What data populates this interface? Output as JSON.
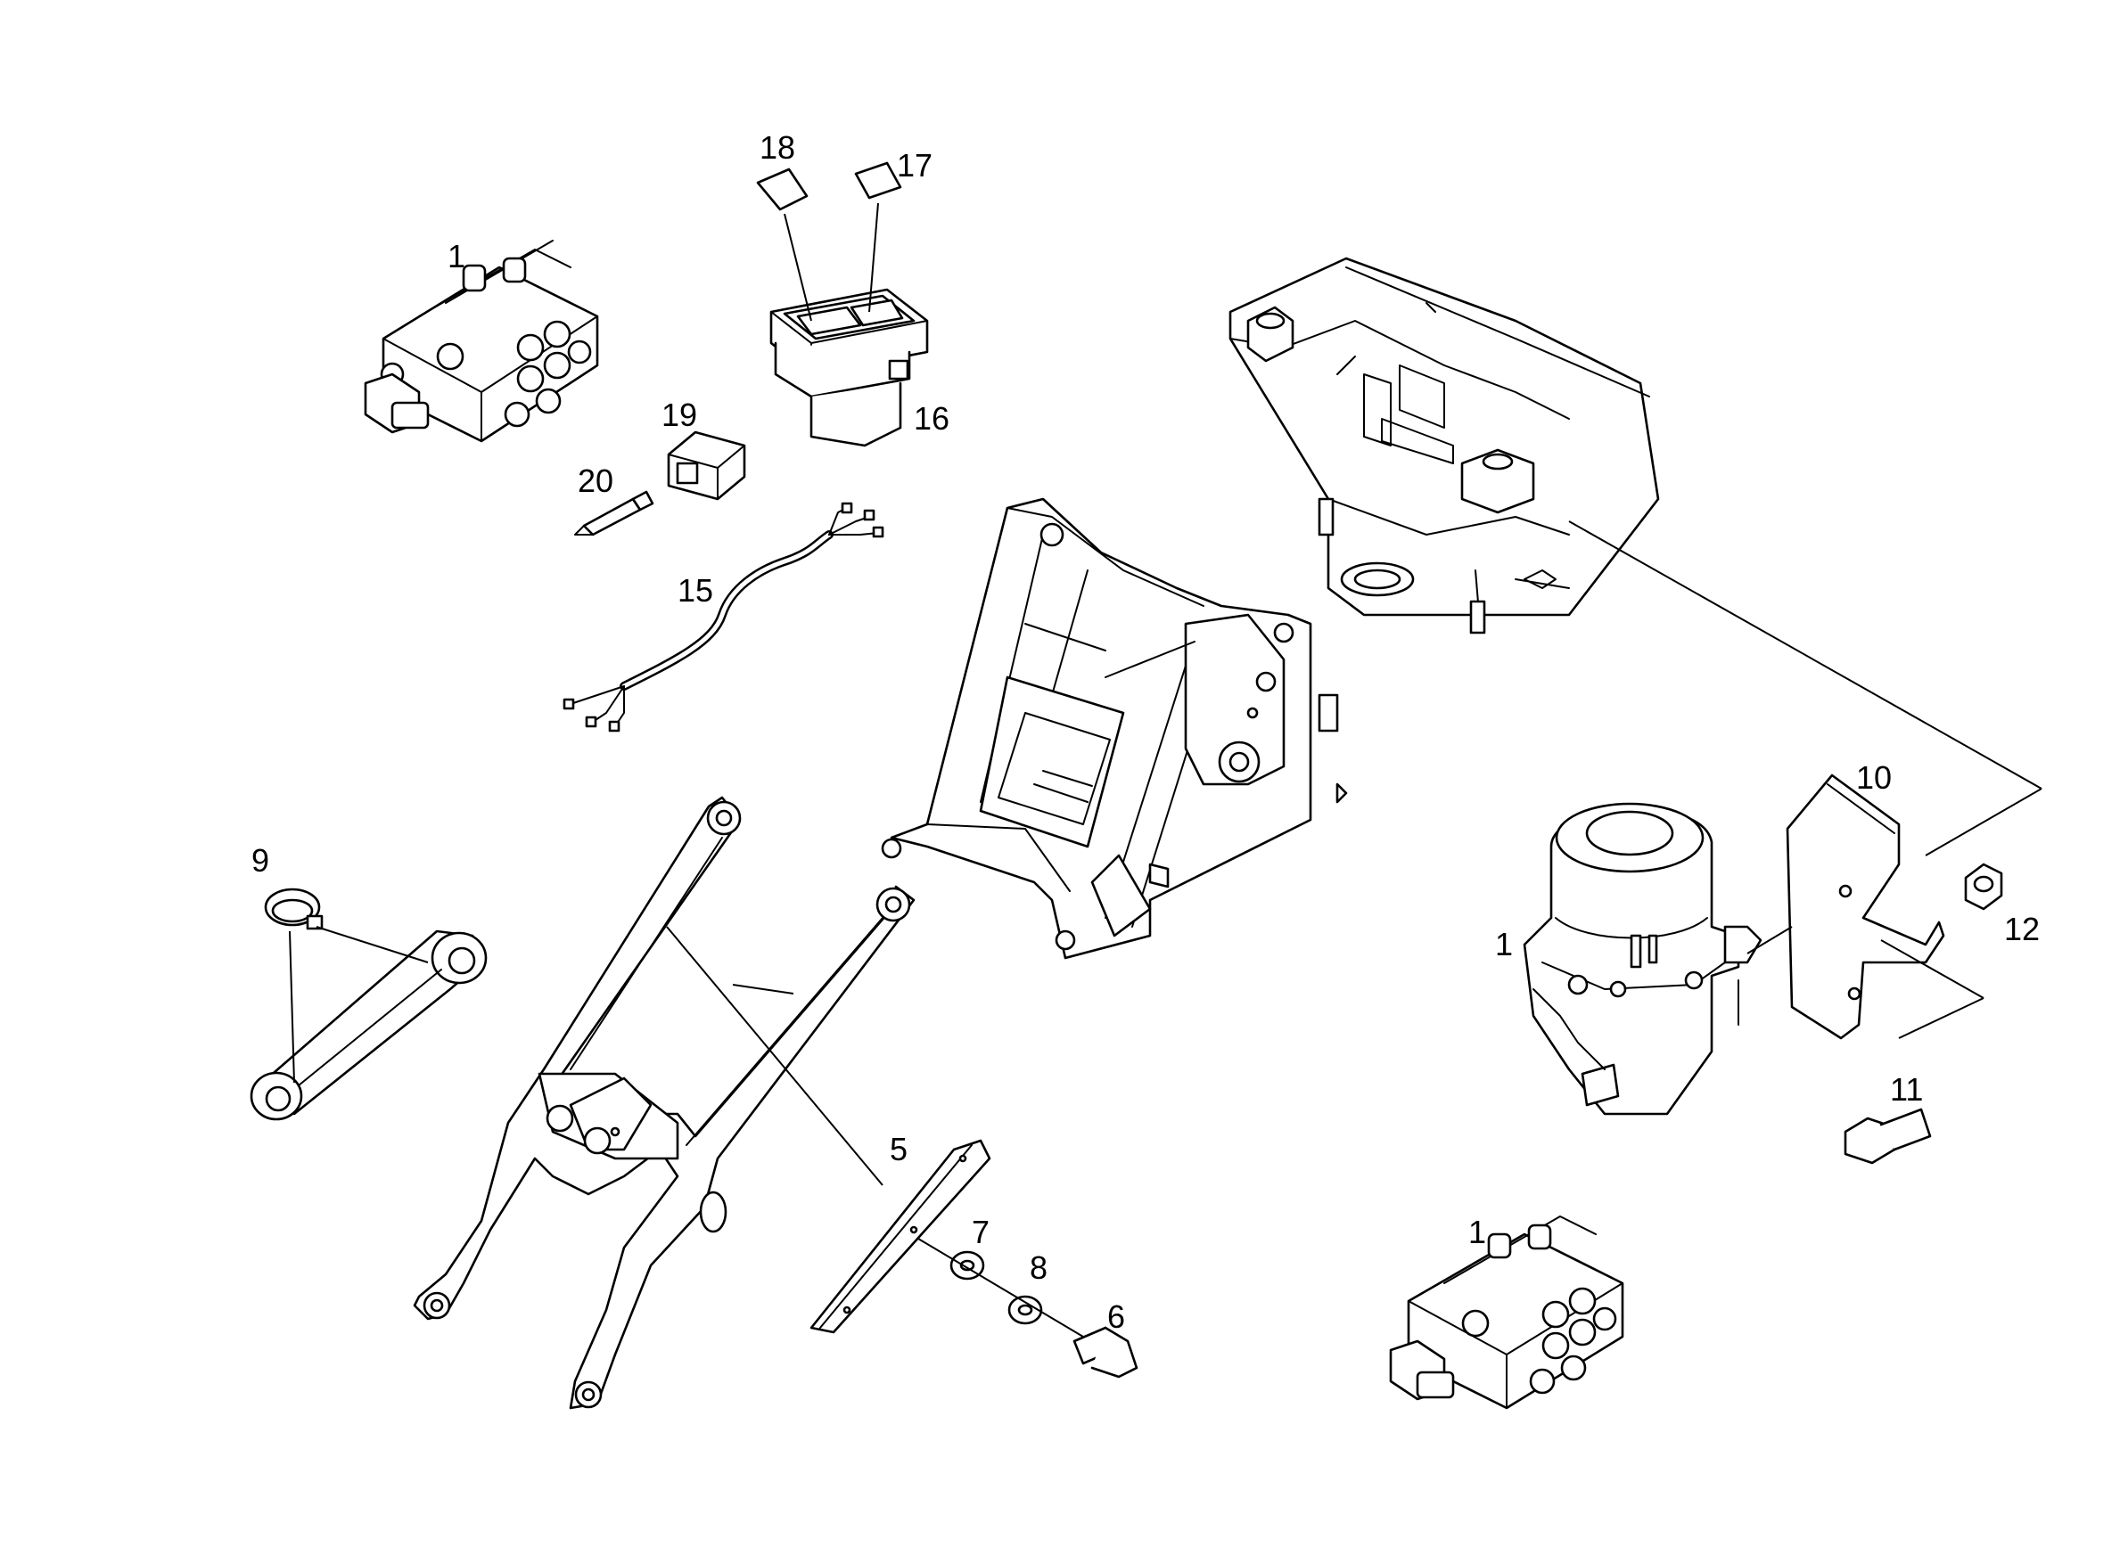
{
  "diagram": {
    "callouts": [
      {
        "id": "c18",
        "text": "18"
      },
      {
        "id": "c17",
        "text": "17"
      },
      {
        "id": "c1a",
        "text": "1"
      },
      {
        "id": "c19",
        "text": "19"
      },
      {
        "id": "c16",
        "text": "16"
      },
      {
        "id": "c20",
        "text": "20"
      },
      {
        "id": "c15",
        "text": "15"
      },
      {
        "id": "c10",
        "text": "10"
      },
      {
        "id": "c9",
        "text": "9"
      },
      {
        "id": "c12",
        "text": "12"
      },
      {
        "id": "c1b",
        "text": "1"
      },
      {
        "id": "c11",
        "text": "11"
      },
      {
        "id": "c5",
        "text": "5"
      },
      {
        "id": "c7",
        "text": "7"
      },
      {
        "id": "c8",
        "text": "8"
      },
      {
        "id": "c6",
        "text": "6"
      },
      {
        "id": "c1c",
        "text": "1"
      }
    ]
  }
}
